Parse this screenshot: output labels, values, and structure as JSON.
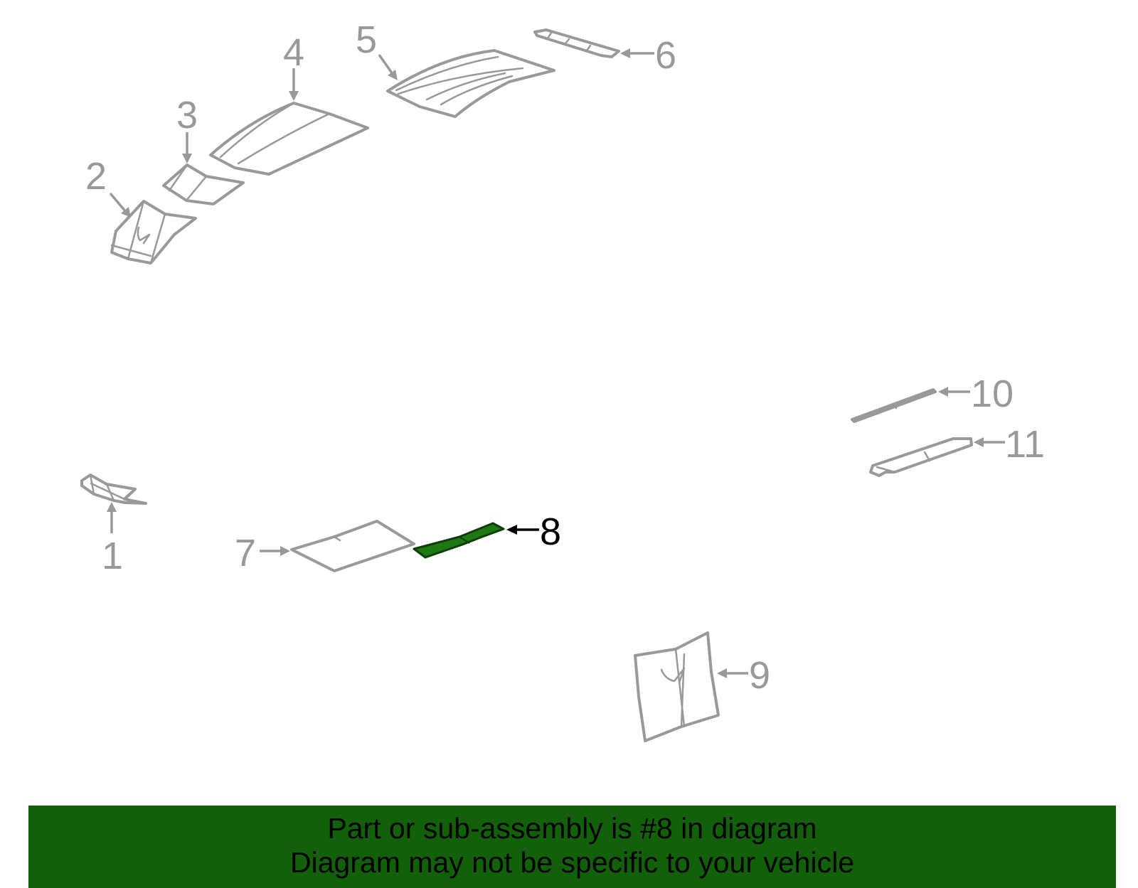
{
  "diagram": {
    "callouts": [
      "1",
      "2",
      "3",
      "4",
      "5",
      "6",
      "7",
      "8",
      "9",
      "10",
      "11"
    ],
    "highlighted_part": "8",
    "colors": {
      "part_stroke": "#999999",
      "highlight_fill": "#1d7a12",
      "highlight_label": "#000000",
      "banner_bg": "#126009"
    }
  },
  "banner": {
    "line1": "Part or sub-assembly is #8 in diagram",
    "line2": "Diagram may not be specific to your vehicle"
  }
}
